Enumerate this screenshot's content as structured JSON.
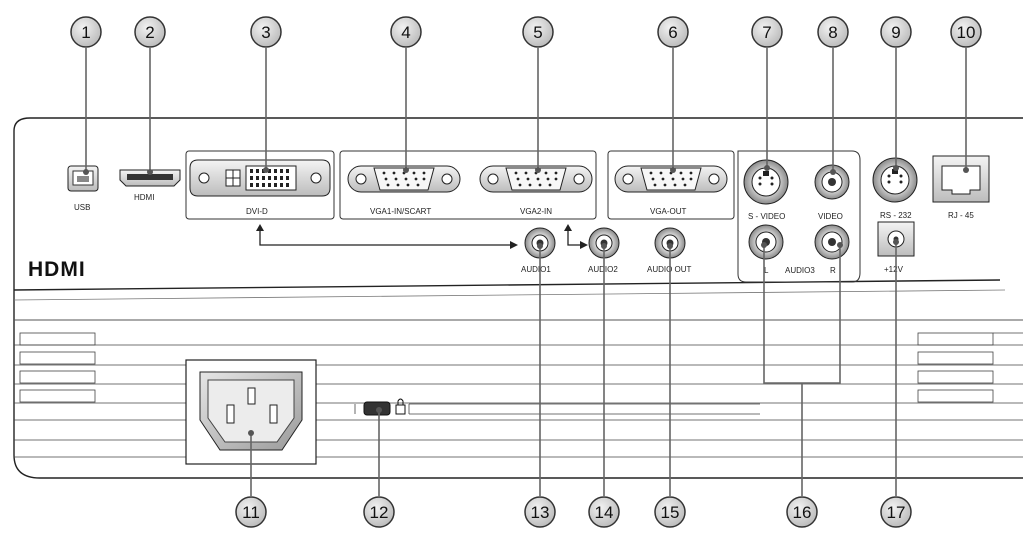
{
  "callouts": [
    "1",
    "2",
    "3",
    "4",
    "5",
    "6",
    "7",
    "8",
    "9",
    "10",
    "11",
    "12",
    "13",
    "14",
    "15",
    "16",
    "17"
  ],
  "labels": {
    "usb": "USB",
    "hdmi": "HDMI",
    "dvi": "DVI-D",
    "vga1": "VGA1-IN/SCART",
    "vga2": "VGA2-IN",
    "vgaout": "VGA-OUT",
    "svideo": "S - VIDEO",
    "video": "VIDEO",
    "rs232": "RS - 232",
    "rj45": "RJ - 45",
    "audio1": "AUDIO1",
    "audio2": "AUDIO2",
    "audioout": "AUDIO OUT",
    "audio3": "AUDIO3",
    "l": "L",
    "r": "R",
    "dc": "+12V",
    "logo": "HDMI"
  },
  "colors": {
    "callout_fill": "#d9d9d9",
    "callout_stroke": "#333333",
    "panel_stroke": "#222222",
    "leader": "#555555"
  }
}
